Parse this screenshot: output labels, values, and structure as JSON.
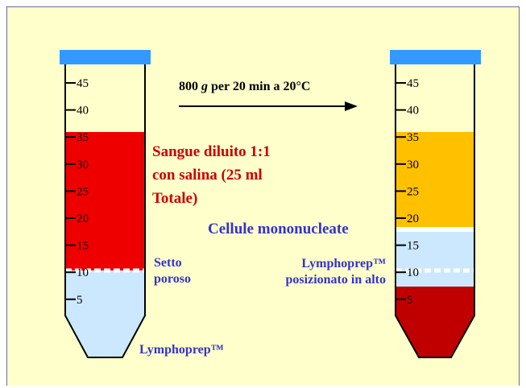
{
  "centrifugation": {
    "speed": "800",
    "unit": "g",
    "rest": " per 20 min a 20°C"
  },
  "tick_labels": [
    "45",
    "40",
    "35",
    "30",
    "25",
    "20",
    "15",
    "10",
    "5"
  ],
  "left_tube": {
    "blood_label_lines": [
      "Sangue diluito 1:1",
      "con salina (25 ml",
      "Totale)"
    ],
    "porous_label_lines": [
      "Setto",
      "poroso"
    ],
    "bottom_label": "Lymphoprep™"
  },
  "right_tube": {
    "mononuclear_label": "Cellule mononucleate",
    "lymphoprep_label_lines": [
      "Lymphoprep™",
      "posizionato in alto"
    ]
  },
  "colors": {
    "background": "#ffffcc",
    "cap": "#3399ff",
    "blood": "#ee0000",
    "plasma": "#ffc000",
    "cells": "#cce8ff",
    "lymphoprep": "#cce8ff",
    "rbc": "#c00000"
  }
}
